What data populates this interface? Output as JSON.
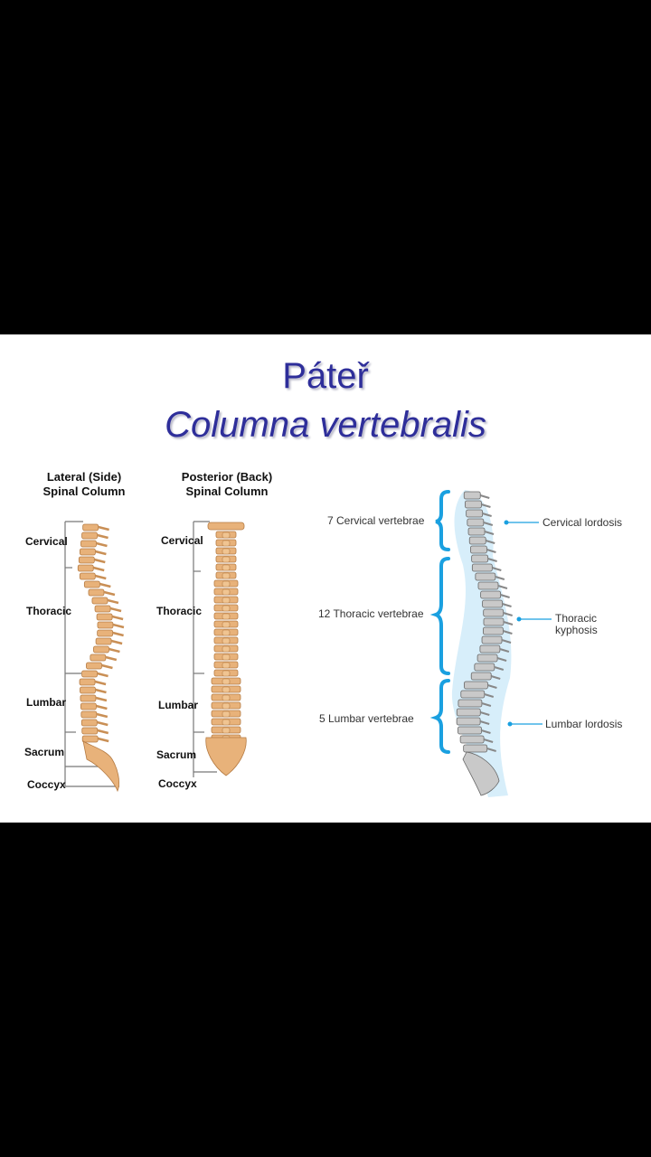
{
  "slide": {
    "title": "Páteř",
    "subtitle": "Columna vertebralis"
  },
  "left_diagrams": {
    "lateral_header_1": "Lateral (Side)",
    "lateral_header_2": "Spinal Column",
    "posterior_header_1": "Posterior (Back)",
    "posterior_header_2": "Spinal Column",
    "regions": [
      "Cervical",
      "Thoracic",
      "Lumbar",
      "Sacrum",
      "Coccyx"
    ]
  },
  "right_diagram": {
    "vertebrae_labels": [
      "7 Cervical vertebrae",
      "12 Thoracic vertebrae",
      "5 Lumbar vertebrae"
    ],
    "curvature_labels": [
      "Cervical lordosis",
      "Thoracic kyphosis",
      "Lumbar lordosis"
    ],
    "thoracic_kyphosis_line1": "Thoracic",
    "thoracic_kyphosis_line2": "kyphosis",
    "bracket_color": "#1aa0e0",
    "bone_color_lateral": "#e8b27a",
    "bone_color_gray": "#c9c9c9"
  }
}
